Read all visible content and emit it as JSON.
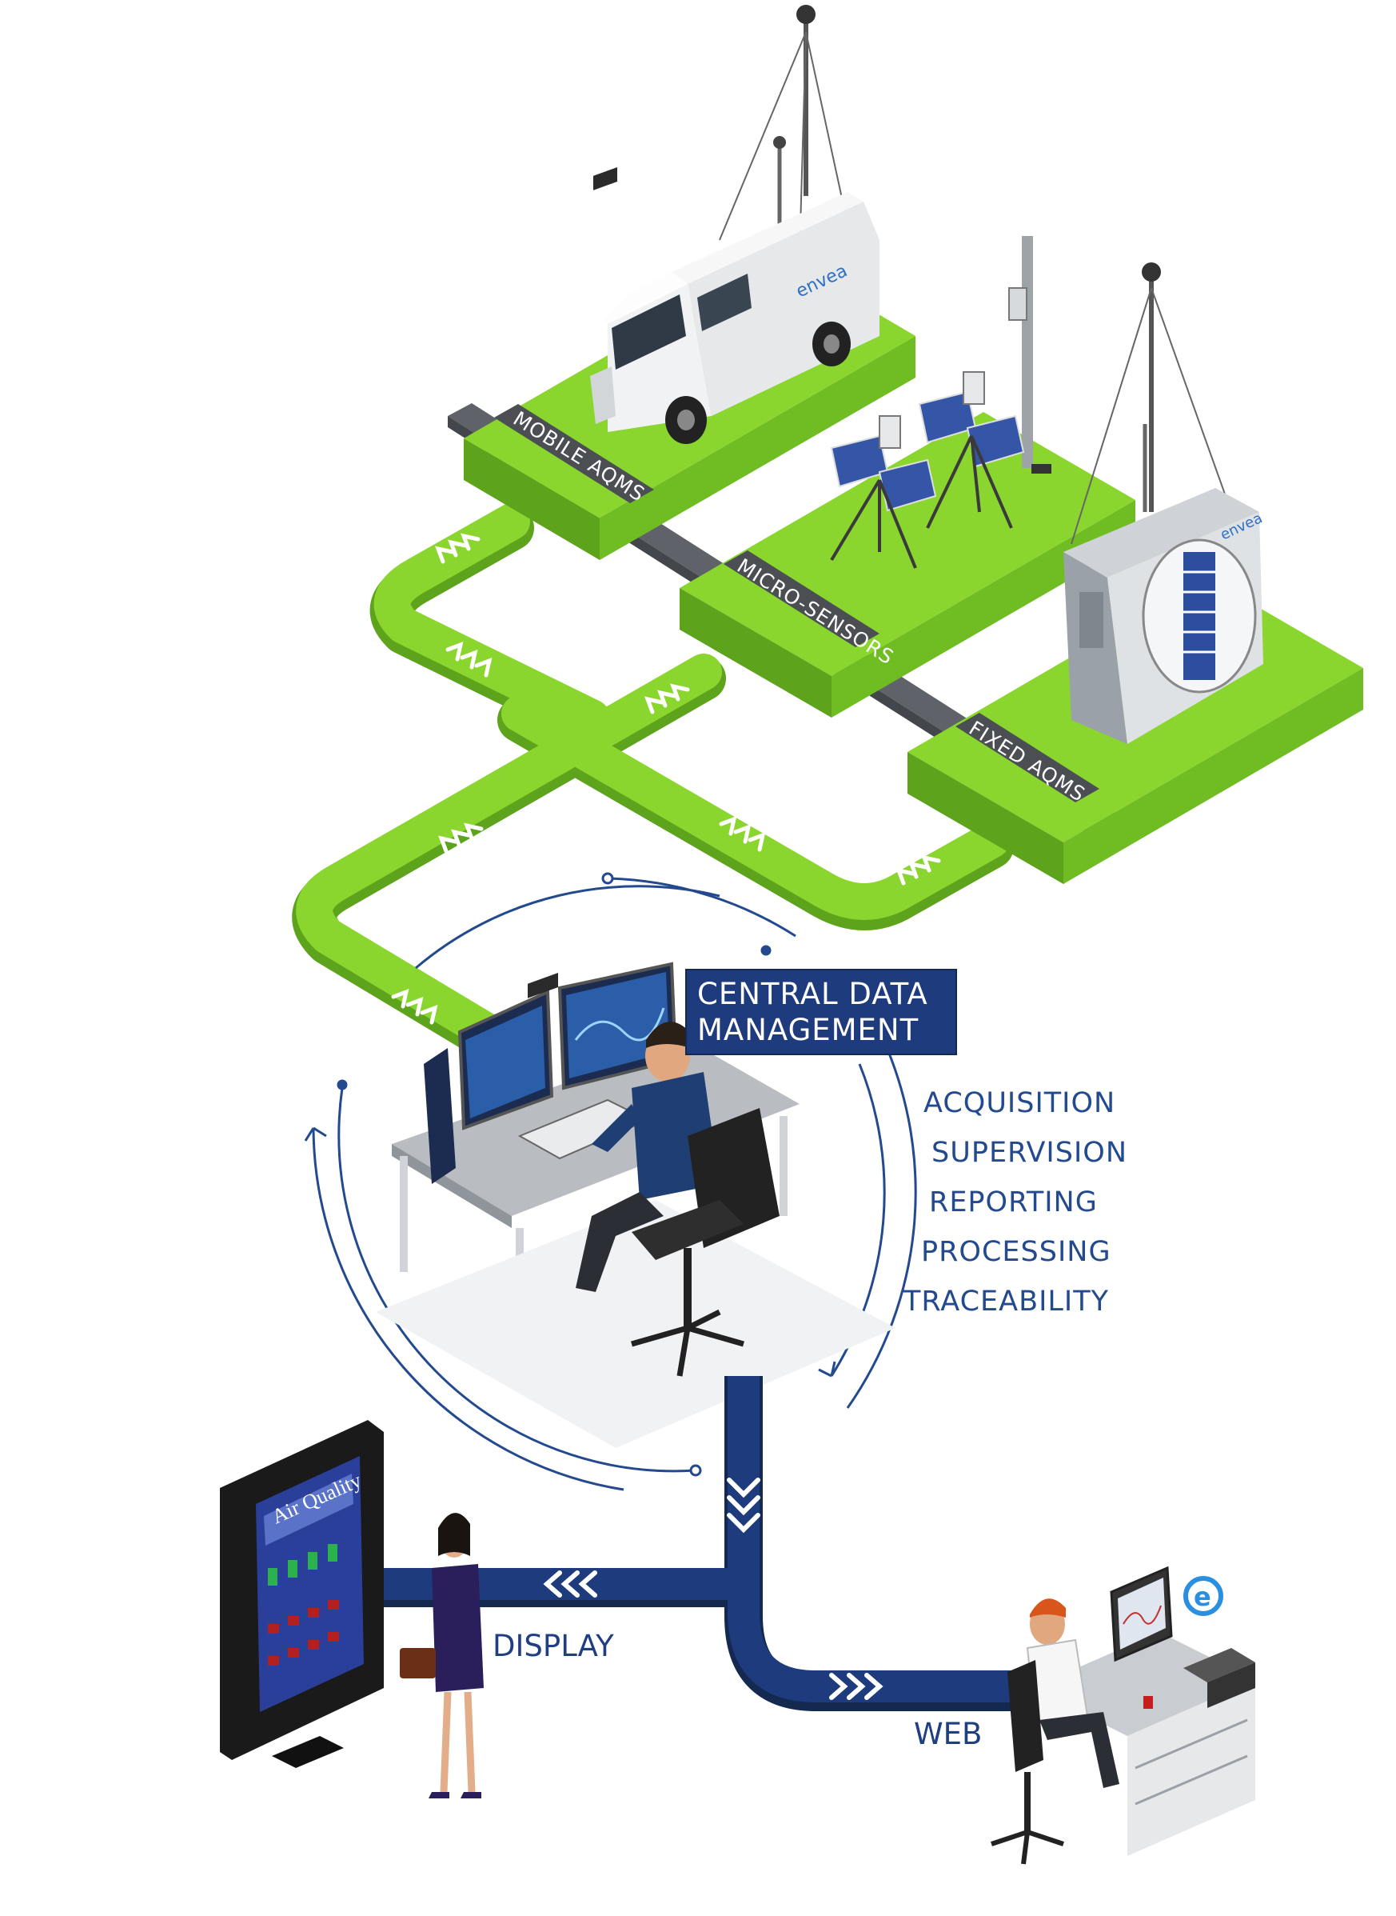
{
  "stations": {
    "mobile": "MOBILE AQMS",
    "micro": "MICRO-SENSORS",
    "fixed": "FIXED AQMS"
  },
  "central": {
    "line1": "CENTRAL DATA",
    "line2": "MANAGEMENT"
  },
  "functions": [
    "ACQUISITION",
    "SUPERVISION",
    "REPORTING",
    "PROCESSING",
    "TRACEABILITY"
  ],
  "outputs": {
    "display": "DISPLAY",
    "web": "WEB"
  },
  "board": {
    "title": "Air Quality"
  },
  "brand": "envea",
  "icons": {
    "browser": "internet-explorer-icon"
  },
  "colors": {
    "green": "#8ad52e",
    "green_side": "#5ea31c",
    "navy": "#1e3c7d",
    "navy_dark": "#13294f",
    "road": "#5f6369",
    "text_blue": "#23498e"
  }
}
